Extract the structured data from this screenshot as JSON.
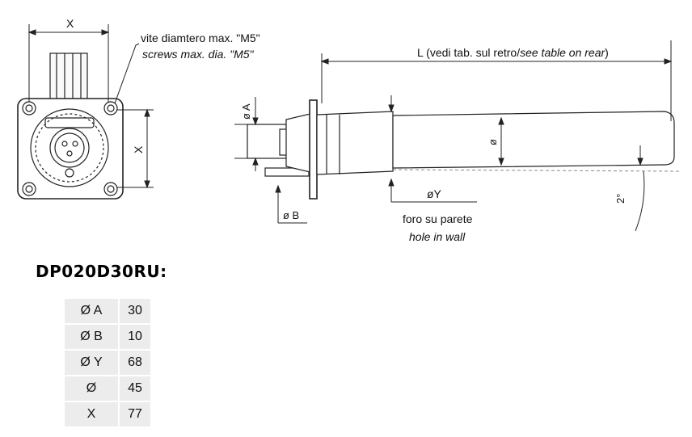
{
  "drawing": {
    "dim_x_top": "X",
    "dim_x_side": "X",
    "screw_note_it": "vite diamtero max. \"M5\"",
    "screw_note_en": "screws max. dia. \"M5\"",
    "length_label_prefix": "L (vedi tab. sul retro/",
    "length_label_en": "see table on rear",
    "length_label_suffix": ")",
    "dia_a": "ø A",
    "dia_b": "ø B",
    "dia_y": "øY",
    "dia_plain": "ø",
    "angle": "2°",
    "hole_it": "foro su parete",
    "hole_en": "hole in wall"
  },
  "model": "DP020D30RU:",
  "dimensions": [
    {
      "label": "Ø A",
      "value": "30"
    },
    {
      "label": "Ø B",
      "value": "10"
    },
    {
      "label": "Ø Y",
      "value": "68"
    },
    {
      "label": "Ø",
      "value": "45"
    },
    {
      "label": "X",
      "value": "77"
    }
  ]
}
